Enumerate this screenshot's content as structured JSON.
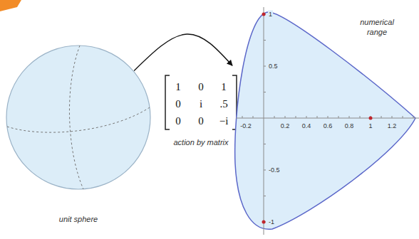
{
  "diagram": {
    "nodes": [
      {
        "text": [
          "unit sphere"
        ]
      },
      {
        "text": [
          "numerical range"
        ]
      }
    ],
    "edges": [
      {
        "from": 0,
        "to": 1,
        "arrow": "to"
      }
    ],
    "labels": [
      "1",
      "0",
      "1",
      "0",
      "i",
      ".5",
      "0",
      "0",
      "−i",
      "action by matrix",
      "-0.2",
      "0.2",
      "0.4",
      "0.6",
      "0.8",
      "1",
      "1.2",
      "1",
      "0.5",
      "-0.5",
      "-1"
    ]
  }
}
